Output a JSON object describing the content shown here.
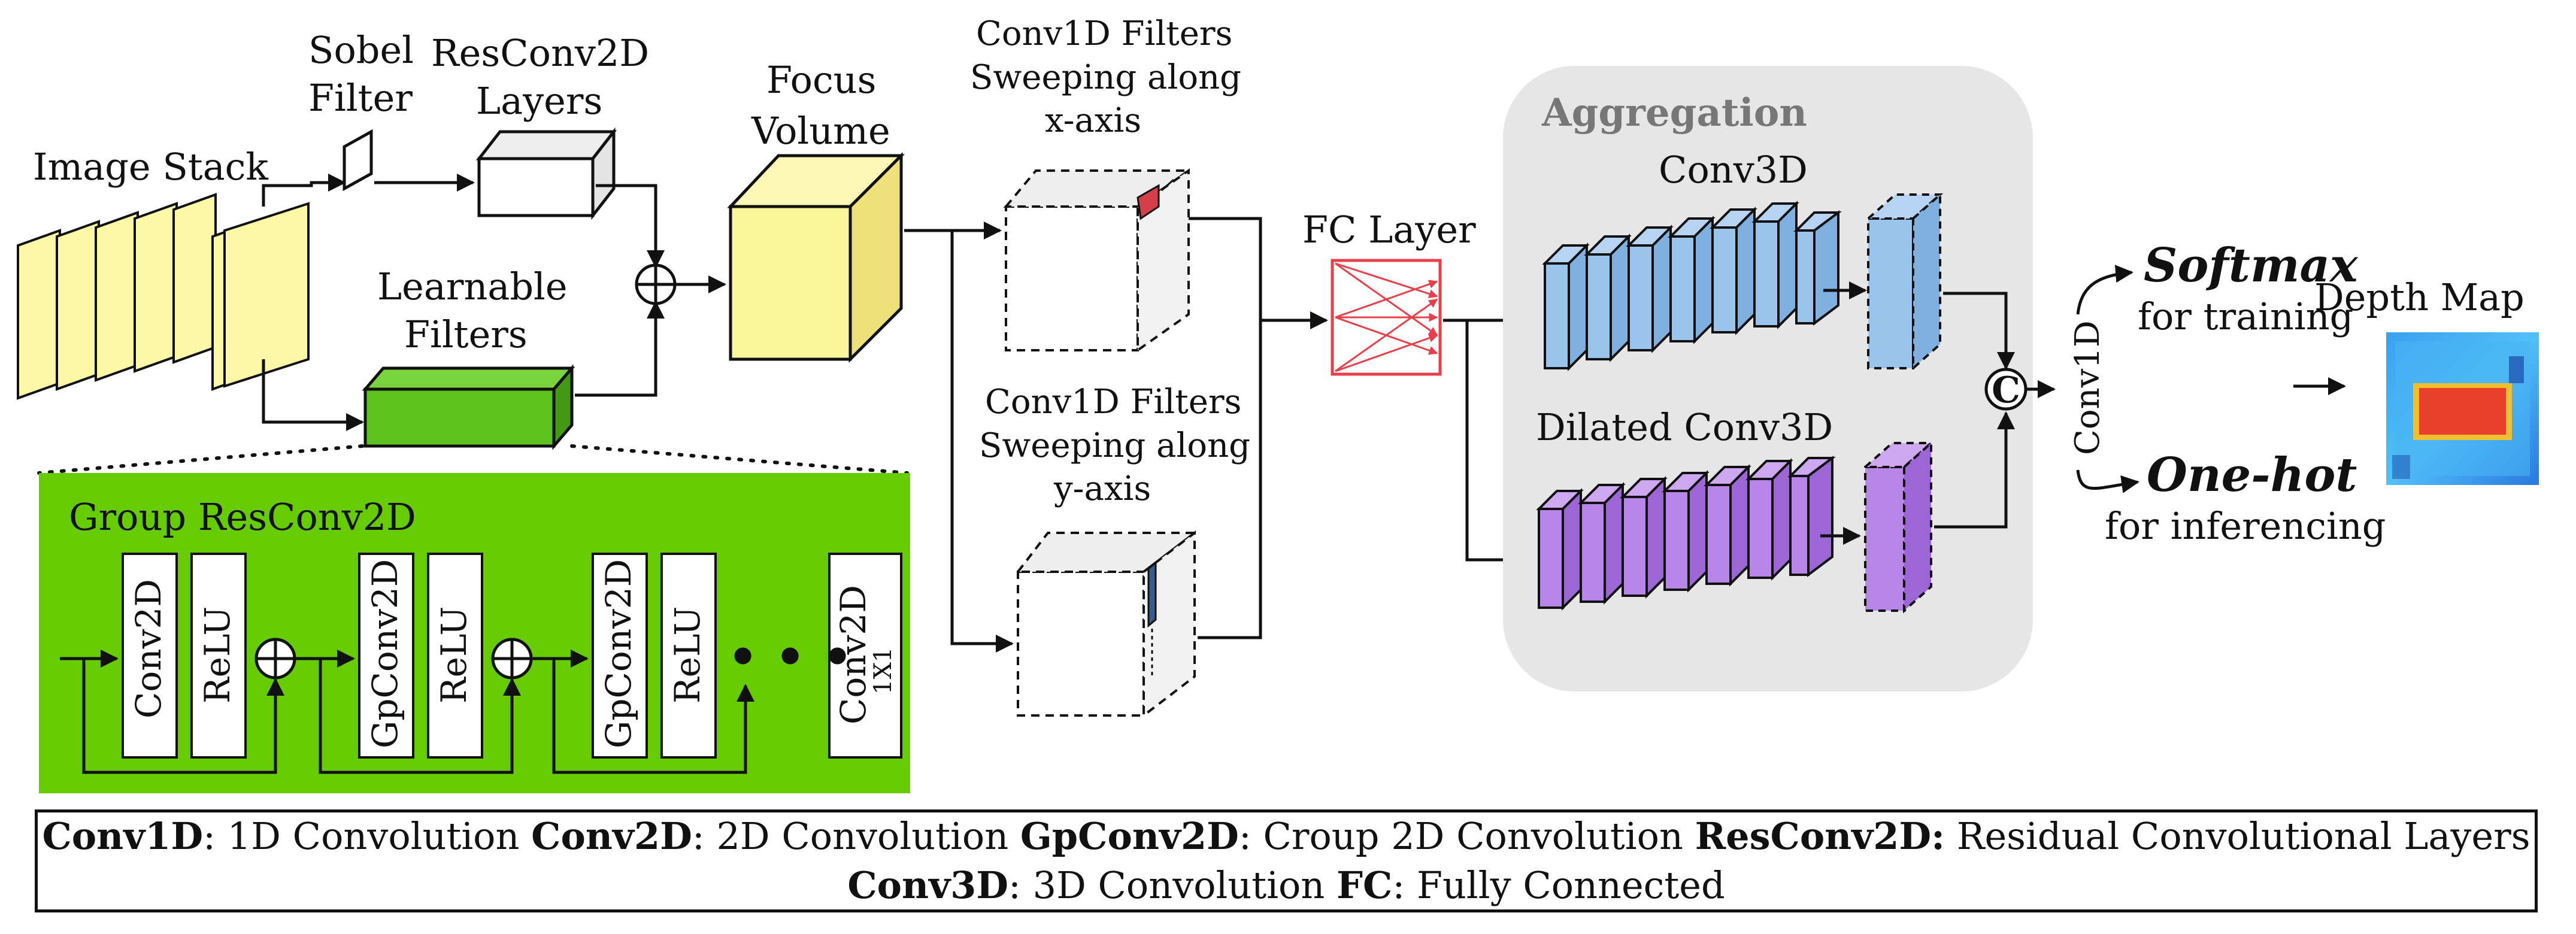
{
  "labels": {
    "image_stack": "Image Stack",
    "sobel_1": "Sobel",
    "sobel_2": "Filter",
    "resconv_1": "ResConv2D",
    "resconv_2": "Layers",
    "learnable_1": "Learnable",
    "learnable_2": "Filters",
    "focus_1": "Focus",
    "focus_2": "Volume",
    "conv1d_x_1": "Conv1D Filters",
    "conv1d_x_2": "Sweeping along",
    "conv1d_x_3": "x-axis",
    "conv1d_y_1": "Conv1D Filters",
    "conv1d_y_2": "Sweeping along",
    "conv1d_y_3": "y-axis",
    "fc_layer": "FC Layer",
    "aggregation": "Aggregation",
    "conv3d": "Conv3D",
    "dilated_conv3d": "Dilated Conv3D",
    "concat_symbol": "C",
    "conv1d_vertical": "Conv1D",
    "softmax": "Softmax",
    "for_training": "for training",
    "one_hot": "One-hot",
    "for_inferencing": "for inferencing",
    "depth_map": "Depth Map",
    "group_resconv2d": "Group ResConv2D",
    "block_conv2d": "Conv2D",
    "block_relu": "ReLU",
    "block_gpconv2d": "GpConv2D",
    "block_conv2d_1x1": "Conv2D",
    "block_1x1": "1X1",
    "dots": "• • •"
  },
  "legend": {
    "line1": [
      {
        "term": "Conv1D",
        "desc": ": 1D Convolution "
      },
      {
        "term": "Conv2D",
        "desc": ": 2D Convolution "
      },
      {
        "term": "GpConv2D",
        "desc": ": Croup 2D Convolution "
      },
      {
        "term": "ResConv2D:",
        "desc": " Residual Convolutional Layers"
      }
    ],
    "line2": [
      {
        "term": "Conv3D",
        "desc": ": 3D Convolution "
      },
      {
        "term": "FC",
        "desc": ": Fully Connected"
      }
    ]
  },
  "colors": {
    "image_stack": "#fdf7a6",
    "focus_volume": "#fbf59a",
    "learnable_filter": "#5cc21d",
    "group_panel": "#66cc00",
    "aggregation_bg": "#e6e6e6",
    "conv3d_blue": "#9bc4ec",
    "dilated_purple": "#b886e8",
    "fc_red": "#e8404a",
    "sweep_red": "#d4404a"
  }
}
